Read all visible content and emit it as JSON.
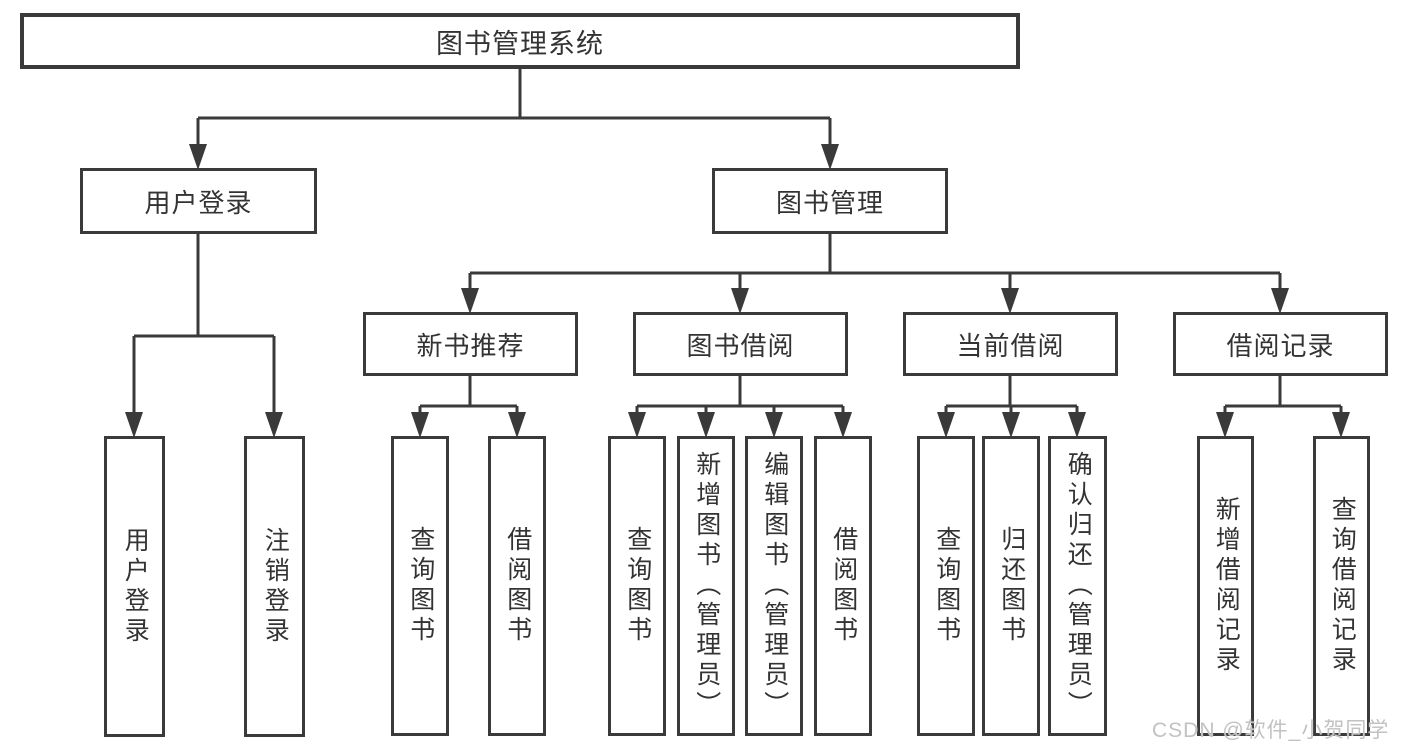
{
  "diagram": {
    "root": {
      "label": "图书管理系统"
    },
    "branches": [
      {
        "label": "用户登录",
        "children": [
          "用户登录",
          "注销登录"
        ]
      },
      {
        "label": "图书管理",
        "groups": [
          {
            "label": "新书推荐",
            "children": [
              "查询图书",
              "借阅图书"
            ]
          },
          {
            "label": "图书借阅",
            "children": [
              "查询图书",
              "新增图书（管理员）",
              "编辑图书（管理员）",
              "借阅图书"
            ]
          },
          {
            "label": "当前借阅",
            "children": [
              "查询图书",
              "归还图书",
              "确认归还（管理员）"
            ]
          },
          {
            "label": "借阅记录",
            "children": [
              "新增借阅记录",
              "查询借阅记录"
            ]
          }
        ]
      }
    ]
  },
  "watermark": {
    "text": "CSDN @软件_小贺同学"
  },
  "colors": {
    "line": "#3a3a3a",
    "box_border": "#3a3a3a",
    "text": "#333333",
    "watermark": "#c2c2c2",
    "background": "#ffffff"
  }
}
